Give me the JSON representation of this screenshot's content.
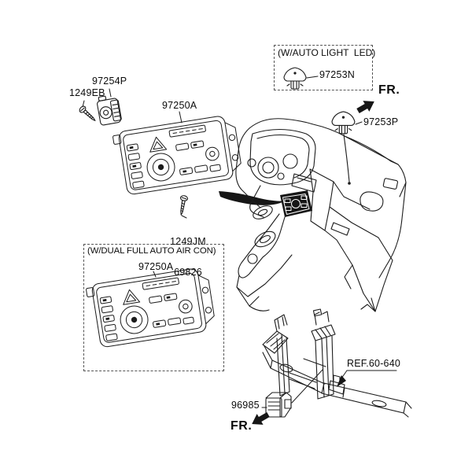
{
  "diagram": {
    "background": "#ffffff",
    "line_color": "#1c1c1c",
    "boxes": {
      "auto_light": {
        "title": "(W/AUTO LIGHT  LED)"
      },
      "dual_auto_aircon": {
        "title": "(W/DUAL FULL AUTO AIR CON)"
      }
    },
    "labels": {
      "part_97254p": "97254P",
      "part_1249eb": "1249EB",
      "part_97250a_main": "97250A",
      "part_97253n": "97253N",
      "part_97253p": "97253P",
      "part_1249jm": "1249JM",
      "part_69826": "69826",
      "part_97250a_dual": "97250A",
      "ref_60_640": "REF.60-640",
      "part_96985": "96985",
      "fr_top": "FR.",
      "fr_bottom": "FR."
    },
    "icons": {
      "fr_arrow_top": "direction-arrow-northeast",
      "fr_arrow_bottom": "direction-arrow-southwest"
    }
  }
}
